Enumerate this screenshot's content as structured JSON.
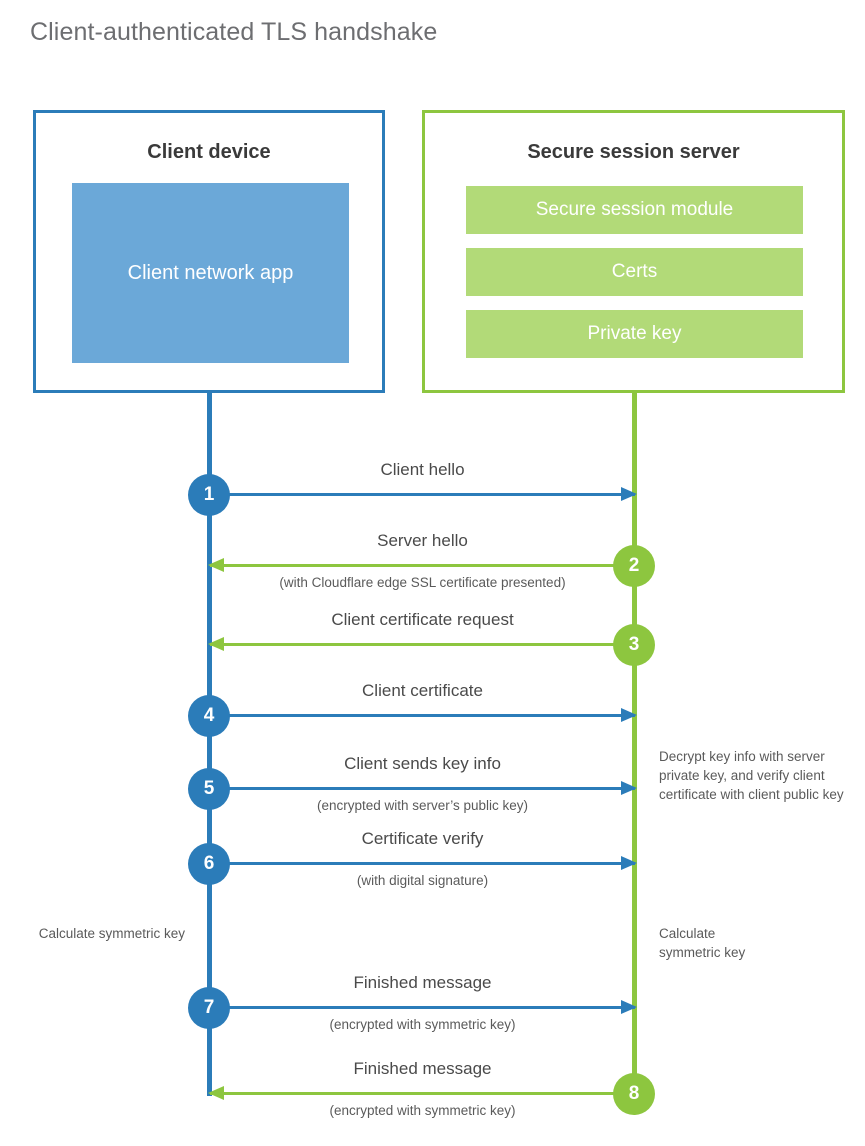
{
  "title": "Client-authenticated TLS handshake",
  "colors": {
    "client_blue": "#2b7cb9",
    "client_app_blue": "#6ba8d8",
    "server_green": "#8dc63f",
    "server_bar_green": "#b2da78",
    "title_gray": "#6d6e71",
    "text_gray": "#4a4a4a"
  },
  "client": {
    "title": "Client device",
    "app_label": "Client network app"
  },
  "server": {
    "title": "Secure session server",
    "items": [
      {
        "label": "Secure session module"
      },
      {
        "label": "Certs"
      },
      {
        "label": "Private key"
      }
    ]
  },
  "steps": [
    {
      "number": "1",
      "label": "Client hello",
      "sub": "",
      "direction": "client-to-server",
      "badge_side": "client"
    },
    {
      "number": "2",
      "label": "Server hello",
      "sub": "(with Cloudflare edge SSL certificate presented)",
      "direction": "server-to-client",
      "badge_side": "server"
    },
    {
      "number": "3",
      "label": "Client certificate request",
      "sub": "",
      "direction": "server-to-client",
      "badge_side": "server"
    },
    {
      "number": "4",
      "label": "Client certificate",
      "sub": "",
      "direction": "client-to-server",
      "badge_side": "client"
    },
    {
      "number": "5",
      "label": "Client sends key info",
      "sub": "(encrypted with server’s public key)",
      "direction": "client-to-server",
      "badge_side": "client"
    },
    {
      "number": "6",
      "label": "Certificate verify",
      "sub": "(with digital signature)",
      "direction": "client-to-server",
      "badge_side": "client"
    },
    {
      "number": "7",
      "label": "Finished message",
      "sub": "(encrypted with symmetric key)",
      "direction": "client-to-server",
      "badge_side": "client"
    },
    {
      "number": "8",
      "label": "Finished message",
      "sub": "(encrypted with symmetric key)",
      "direction": "server-to-client",
      "badge_side": "server"
    }
  ],
  "notes": {
    "server_decrypt": "Decrypt key info with server private key, and verify client certificate with client public key",
    "client_calculate": "Calculate symmetric key",
    "server_calculate": "Calculate symmetric key"
  }
}
